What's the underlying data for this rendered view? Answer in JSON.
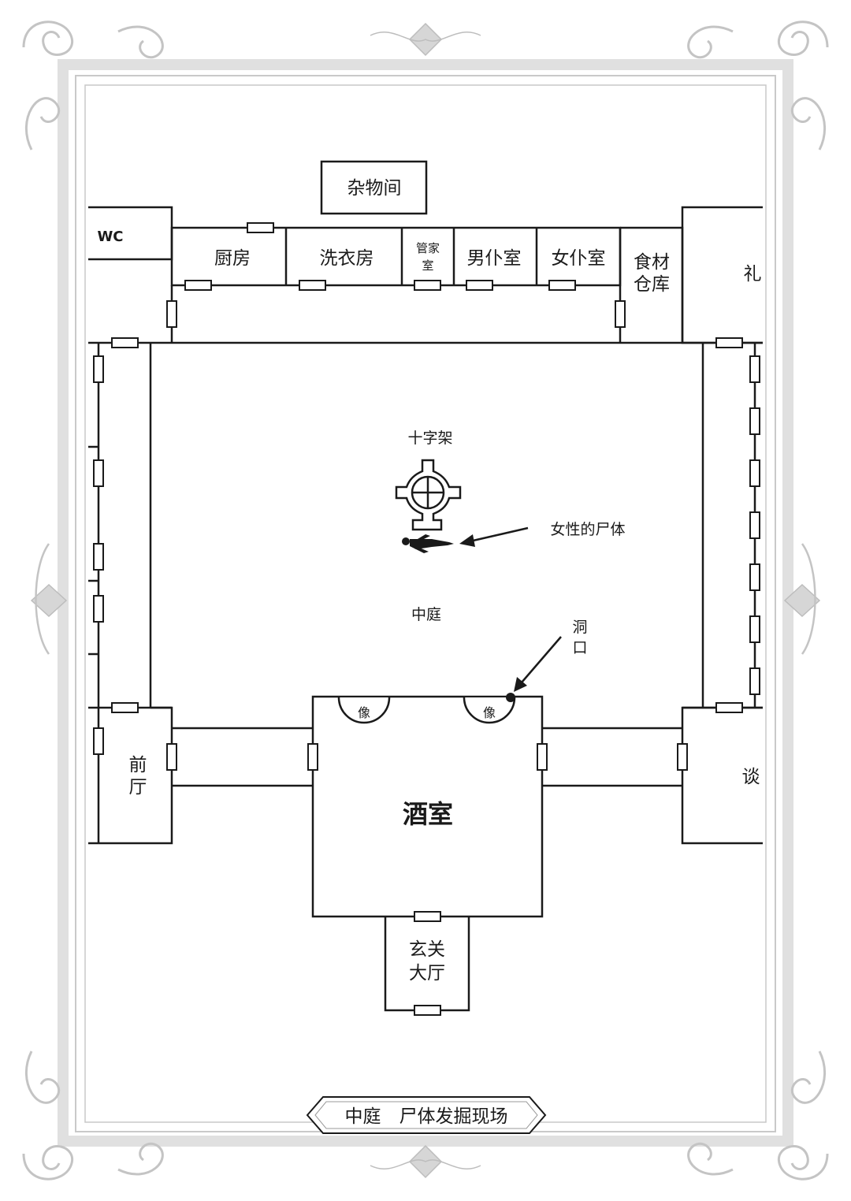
{
  "caption": "中庭　尸体发掘现场",
  "rooms": {
    "storage": "杂物间",
    "wc": "WC",
    "kitchen": "厨房",
    "laundry": "洗衣房",
    "butler_1": "管家",
    "butler_2": "室",
    "male_servant": "男仆室",
    "female_servant": "女仆室",
    "food_store_1": "食材",
    "food_store_2": "仓库",
    "chapel_partial": "礼",
    "front_hall_1": "前",
    "front_hall_2": "厅",
    "wine_room": "酒室",
    "entrance_1": "玄关",
    "entrance_2": "大厅",
    "talk_room_partial": "谈",
    "courtyard": "中庭"
  },
  "markers": {
    "cross": "十字架",
    "body": "女性的尸体",
    "hole_1": "洞",
    "hole_2": "口",
    "statue": "像"
  },
  "colors": {
    "ink": "#1a1a1a",
    "frame": "#c8c8c8",
    "frame_light": "#e4e4e4"
  }
}
